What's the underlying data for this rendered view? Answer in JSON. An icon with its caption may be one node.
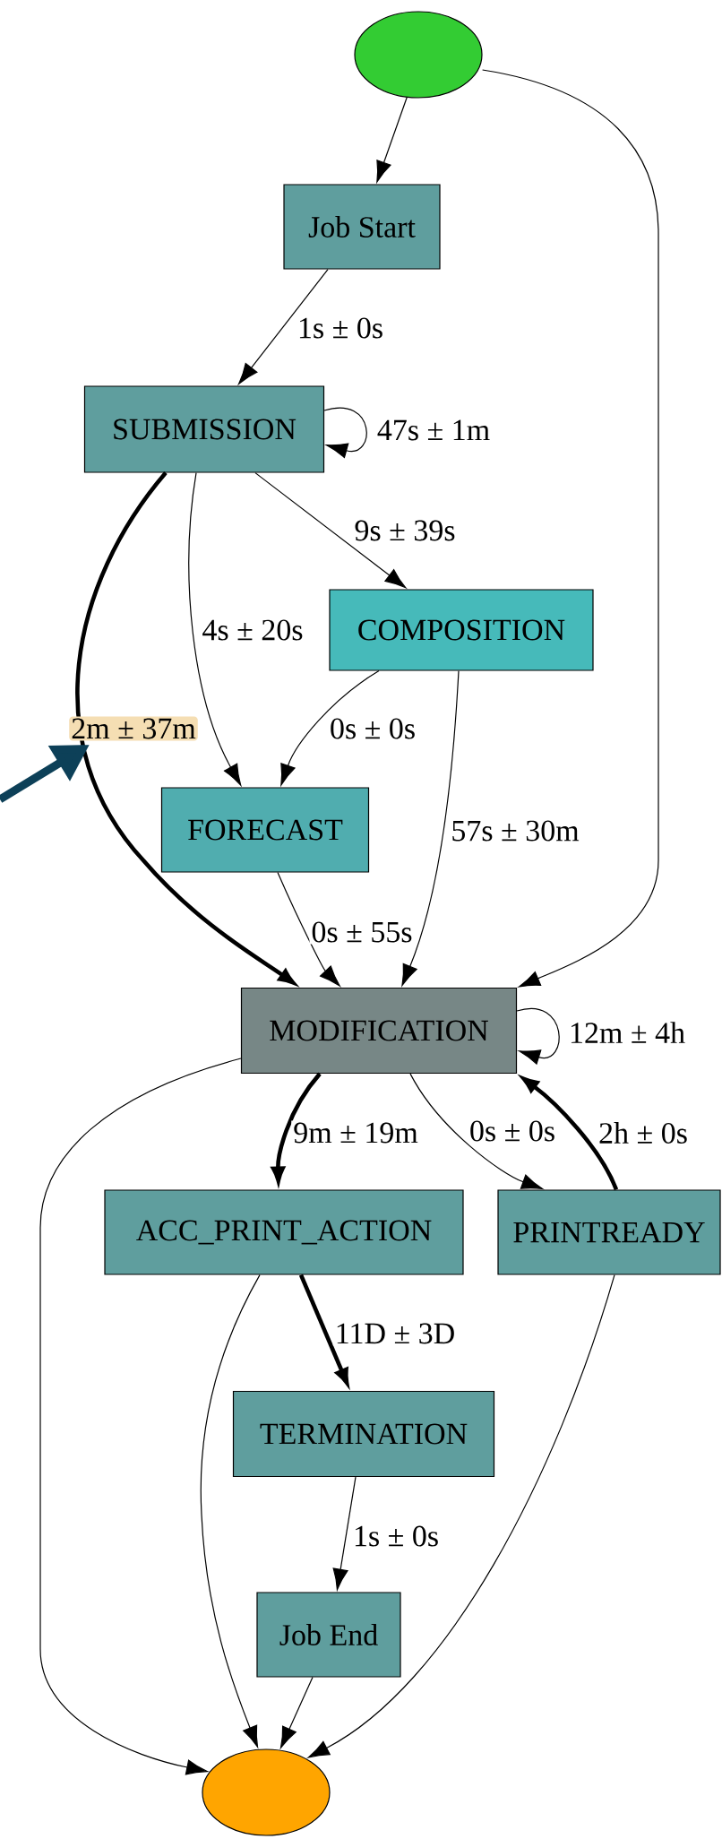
{
  "diagram": {
    "nodes": [
      {
        "text": [],
        "shape": "ellipse"
      },
      {
        "text": [
          "Job Start"
        ]
      },
      {
        "text": [
          "SUBMISSION"
        ]
      },
      {
        "text": [
          "COMPOSITION"
        ]
      },
      {
        "text": [
          "FORECAST"
        ]
      },
      {
        "text": [
          "MODIFICATION"
        ]
      },
      {
        "text": [
          "ACC_PRINT_ACTION"
        ]
      },
      {
        "text": [
          "PRINTREADY"
        ]
      },
      {
        "text": [
          "TERMINATION"
        ]
      },
      {
        "text": [
          "Job End"
        ]
      },
      {
        "text": [],
        "shape": "ellipse"
      }
    ],
    "edges": [
      {
        "from": 0,
        "to": 1,
        "arrow": "to"
      },
      {
        "from": 0,
        "to": 5,
        "arrow": "to"
      },
      {
        "from": 1,
        "to": 2,
        "arrow": "to",
        "label": "1s ± 0s"
      },
      {
        "from": 2,
        "to": 2,
        "arrow": "to",
        "label": "47s ± 1m"
      },
      {
        "from": 2,
        "to": 3,
        "arrow": "to",
        "label": "9s ± 39s"
      },
      {
        "from": 2,
        "to": 4,
        "arrow": "to",
        "label": "4s ± 20s"
      },
      {
        "from": 2,
        "to": 5,
        "arrow": "to",
        "label": "2m ± 37m",
        "style": "thick"
      },
      {
        "from": 3,
        "to": 4,
        "arrow": "to",
        "label": "0s ± 0s"
      },
      {
        "from": 3,
        "to": 5,
        "arrow": "to",
        "label": "57s ± 30m"
      },
      {
        "from": 4,
        "to": 5,
        "arrow": "to",
        "label": "0s ± 55s"
      },
      {
        "from": 5,
        "to": 5,
        "arrow": "to",
        "label": "12m ± 4h"
      },
      {
        "from": 5,
        "to": 6,
        "arrow": "to",
        "label": "9m ± 19m",
        "style": "thick"
      },
      {
        "from": 5,
        "to": 7,
        "arrow": "to",
        "label": "0s ± 0s"
      },
      {
        "from": 7,
        "to": 5,
        "arrow": "to",
        "label": "2h ± 0s",
        "style": "thick"
      },
      {
        "from": 5,
        "to": 10,
        "arrow": "to"
      },
      {
        "from": 6,
        "to": 8,
        "arrow": "to",
        "label": "11D ± 3D",
        "style": "thick"
      },
      {
        "from": 6,
        "to": 10,
        "arrow": "to"
      },
      {
        "from": 8,
        "to": 9,
        "arrow": "to",
        "label": "1s ± 0s"
      },
      {
        "from": 9,
        "to": 10,
        "arrow": "to"
      },
      {
        "from": 7,
        "to": 10,
        "arrow": "to"
      }
    ]
  }
}
